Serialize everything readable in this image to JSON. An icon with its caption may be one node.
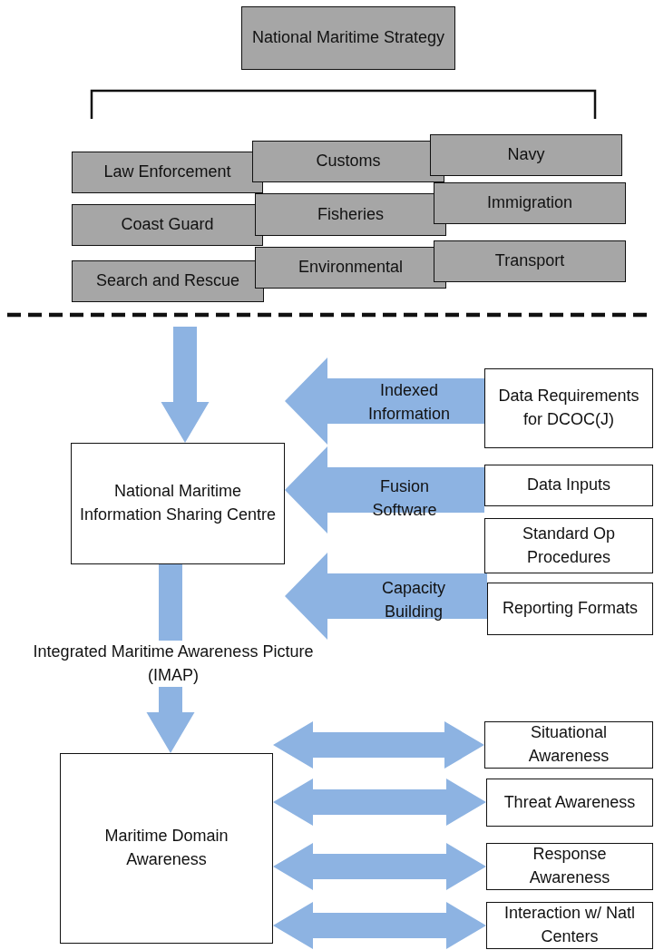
{
  "diagram": {
    "nodes": [
      {
        "text": [
          "National Maritime Strategy"
        ]
      },
      {
        "text": [
          "Law Enforcement"
        ]
      },
      {
        "text": [
          "Customs"
        ]
      },
      {
        "text": [
          "Navy"
        ]
      },
      {
        "text": [
          "Coast Guard"
        ]
      },
      {
        "text": [
          "Fisheries"
        ]
      },
      {
        "text": [
          "Immigration"
        ]
      },
      {
        "text": [
          "Search and Rescue"
        ]
      },
      {
        "text": [
          "Environmental"
        ]
      },
      {
        "text": [
          "Transport"
        ]
      },
      {
        "text": [
          "National Maritime Information Sharing Centre"
        ]
      },
      {
        "text": [
          "Data Requirements for DCOC(J)"
        ]
      },
      {
        "text": [
          "Data Inputs"
        ]
      },
      {
        "text": [
          "Standard Op Procedures"
        ]
      },
      {
        "text": [
          "Reporting Formats"
        ]
      },
      {
        "text": [
          "Maritime Domain Awareness"
        ]
      },
      {
        "text": [
          "Situational Awareness"
        ]
      },
      {
        "text": [
          "Threat Awareness"
        ]
      },
      {
        "text": [
          "Response Awareness"
        ]
      },
      {
        "text": [
          "Interaction w/ Natl Centers"
        ]
      }
    ],
    "edges": [
      {
        "from": null,
        "to": 10,
        "arrow": "to"
      },
      {
        "from": 11,
        "to": 10,
        "arrow": "to",
        "label": "Indexed Information"
      },
      {
        "from": 12,
        "to": 10,
        "arrow": "to",
        "label": "Fusion Software"
      },
      {
        "from": 14,
        "to": 10,
        "arrow": "to",
        "label": "Capacity Building"
      },
      {
        "from": 10,
        "to": 15,
        "arrow": "to",
        "label": "Integrated Maritime Awareness Picture (IMAP)"
      },
      {
        "from": 15,
        "to": 16,
        "arrow": "both"
      },
      {
        "from": 15,
        "to": 17,
        "arrow": "both"
      },
      {
        "from": 15,
        "to": 18,
        "arrow": "both"
      },
      {
        "from": 15,
        "to": 19,
        "arrow": "both"
      }
    ]
  }
}
